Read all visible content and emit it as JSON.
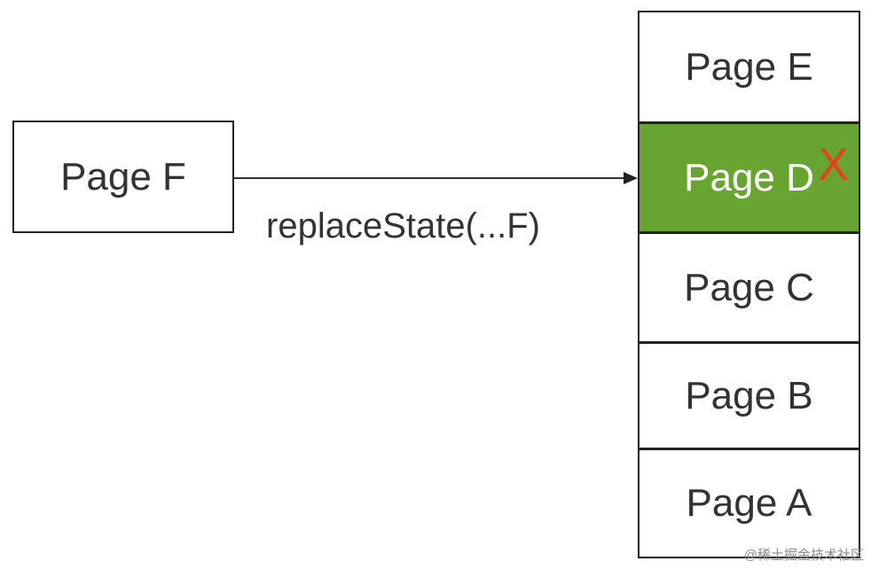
{
  "source": {
    "label": "Page F"
  },
  "arrow": {
    "label": "replaceState(...F)"
  },
  "stack": [
    {
      "id": "e",
      "label": "Page E"
    },
    {
      "id": "d",
      "label": "Page D",
      "highlight": true
    },
    {
      "id": "c",
      "label": "Page C"
    },
    {
      "id": "b",
      "label": "Page B"
    },
    {
      "id": "a",
      "label": "Page A"
    }
  ],
  "replaced_mark": "X",
  "watermark": "@稀土掘金技术社区",
  "colors": {
    "highlight_fill": "#67a530",
    "mark": "#e8401c",
    "border": "#222222",
    "text": "#333333"
  }
}
